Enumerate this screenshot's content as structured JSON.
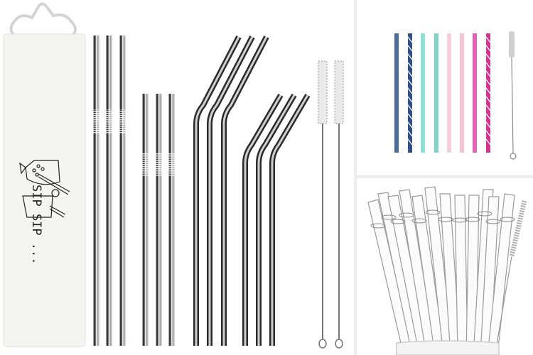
{
  "product_image": {
    "main_panel": {
      "pouch": {
        "text": "SIP SIP ...",
        "color": "#f5f5f3"
      },
      "straight_long_count": 3,
      "straight_short_count": 3,
      "bent_long_count": 3,
      "bent_short_count": 3,
      "cleaning_brush_count": 2
    },
    "top_right_panel": {
      "colored_straws": [
        {
          "color": "#4a6d9a",
          "style": "solid"
        },
        {
          "color": "#2f4f86",
          "style": "twisted"
        },
        {
          "color": "#8fe0d6",
          "style": "solid"
        },
        {
          "color": "#7fd4c6",
          "style": "solid"
        },
        {
          "color": "#f7cfd9",
          "style": "solid"
        },
        {
          "color": "#f2c4d2",
          "style": "solid"
        },
        {
          "color": "#e562b6",
          "style": "solid"
        },
        {
          "color": "#d6338f",
          "style": "twisted"
        }
      ],
      "cleaning_brush_count": 1
    },
    "bottom_right_panel": {
      "clear_straw_count": 12,
      "cleaning_brush_count": 1
    }
  }
}
